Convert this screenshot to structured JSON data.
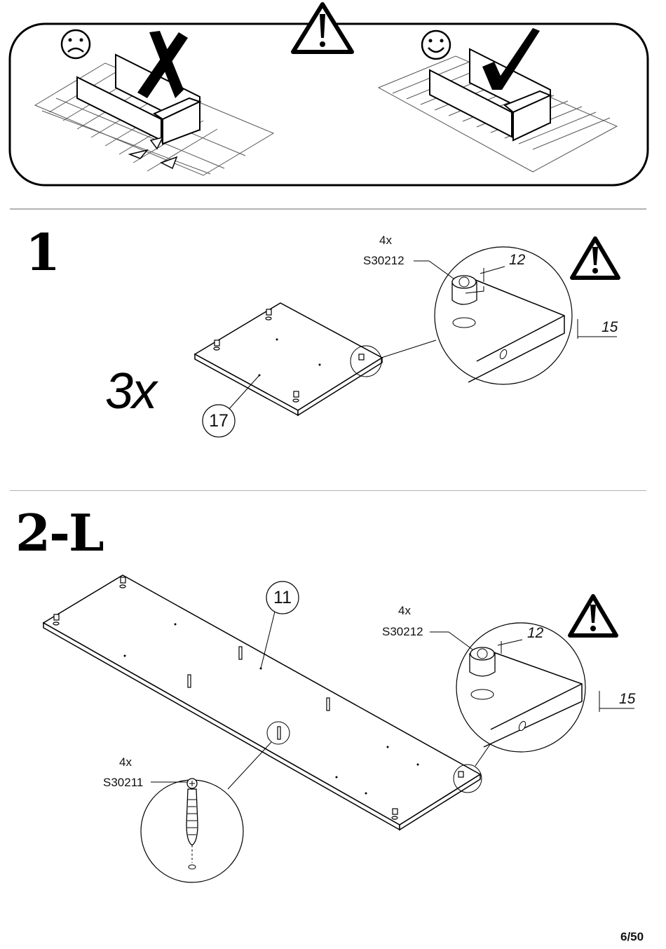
{
  "warning_panel": {
    "bad_icon": "frown-face-icon",
    "good_icon": "smile-face-icon",
    "warning_icon": "warning-triangle-icon"
  },
  "step1": {
    "number": "1",
    "quantity": "3x",
    "part_number": "17",
    "fitting_qty": "4x",
    "fitting_code": "S30212",
    "dim_depth": "12",
    "dim_thickness": "15"
  },
  "step2": {
    "number": "2-L",
    "part_number": "11",
    "fitting_qty": "4x",
    "fitting_code": "S30212",
    "dim_depth": "12",
    "dim_thickness": "15",
    "dowel_qty": "4x",
    "dowel_code": "S30211"
  },
  "footer": {
    "page": "6/50"
  }
}
